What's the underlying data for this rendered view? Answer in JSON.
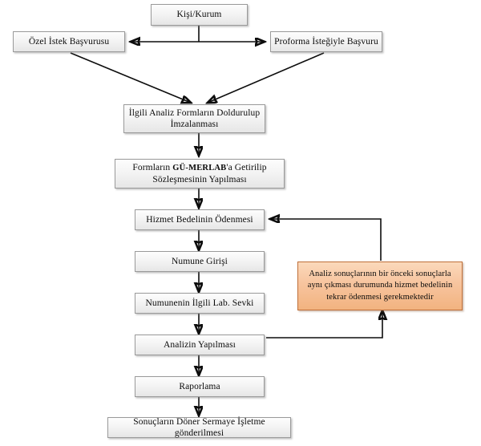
{
  "diagram": {
    "title": "GÜ-MERLAB Analiz Talep ve Hizmet Akış Şeması",
    "type": "flowchart",
    "orientation": "top-to-bottom",
    "colors": {
      "node_border": "#9a9a9a",
      "node_fill_top": "#fdfdfd",
      "node_fill_bottom": "#e6e6e6",
      "note_border": "#c0703a",
      "note_fill_top": "#fbd9bb",
      "note_fill_bottom": "#f2b380",
      "connector": "#0d0d0d",
      "text": "#0b0b0b"
    }
  },
  "nodes": {
    "person_org": {
      "label": "Kişi/Kurum"
    },
    "special_request": {
      "label": "Özel İstek Başvurusu"
    },
    "proforma_request": {
      "label": "Proforma İsteğiyle Başvuru"
    },
    "fill_forms": {
      "label": "İlgili Analiz Formların Doldurulup İmzalanması"
    },
    "bring_forms": {
      "label_before": "Formların ",
      "label_brand": "GÜ-MERLAB",
      "label_after": "'a Getirilip Sözleşmesinin Yapılması"
    },
    "pay_fee": {
      "label": "Hizmet Bedelinin Ödenmesi"
    },
    "sample_entry": {
      "label": "Numune Girişi"
    },
    "lab_dispatch": {
      "label": "Numunenin İlgili Lab. Sevki"
    },
    "run_analysis": {
      "label": "Analizin Yapılması"
    },
    "reporting": {
      "label": "Raporlama"
    },
    "send_results": {
      "label": "Sonuçların Döner Sermaye İşletme gönderilmesi"
    },
    "repay_note": {
      "label": "Analiz sonuçlarının bir önceki sonuçlarla aynı çıkması durumunda hizmet bedelinin tekrar ödenmesi gerekmektedir"
    }
  },
  "edges": [
    {
      "from": "person_org",
      "to": "special_request",
      "style": "arrow"
    },
    {
      "from": "person_org",
      "to": "proforma_request",
      "style": "arrow"
    },
    {
      "from": "special_request",
      "to": "fill_forms",
      "style": "arrow"
    },
    {
      "from": "proforma_request",
      "to": "fill_forms",
      "style": "arrow"
    },
    {
      "from": "fill_forms",
      "to": "bring_forms",
      "style": "arrow"
    },
    {
      "from": "bring_forms",
      "to": "pay_fee",
      "style": "arrow"
    },
    {
      "from": "pay_fee",
      "to": "sample_entry",
      "style": "arrow"
    },
    {
      "from": "sample_entry",
      "to": "lab_dispatch",
      "style": "arrow"
    },
    {
      "from": "lab_dispatch",
      "to": "run_analysis",
      "style": "arrow"
    },
    {
      "from": "run_analysis",
      "to": "reporting",
      "style": "arrow"
    },
    {
      "from": "reporting",
      "to": "send_results",
      "style": "arrow"
    },
    {
      "from": "run_analysis",
      "to": "repay_note",
      "style": "arrow"
    },
    {
      "from": "repay_note",
      "to": "pay_fee",
      "style": "arrow"
    }
  ]
}
